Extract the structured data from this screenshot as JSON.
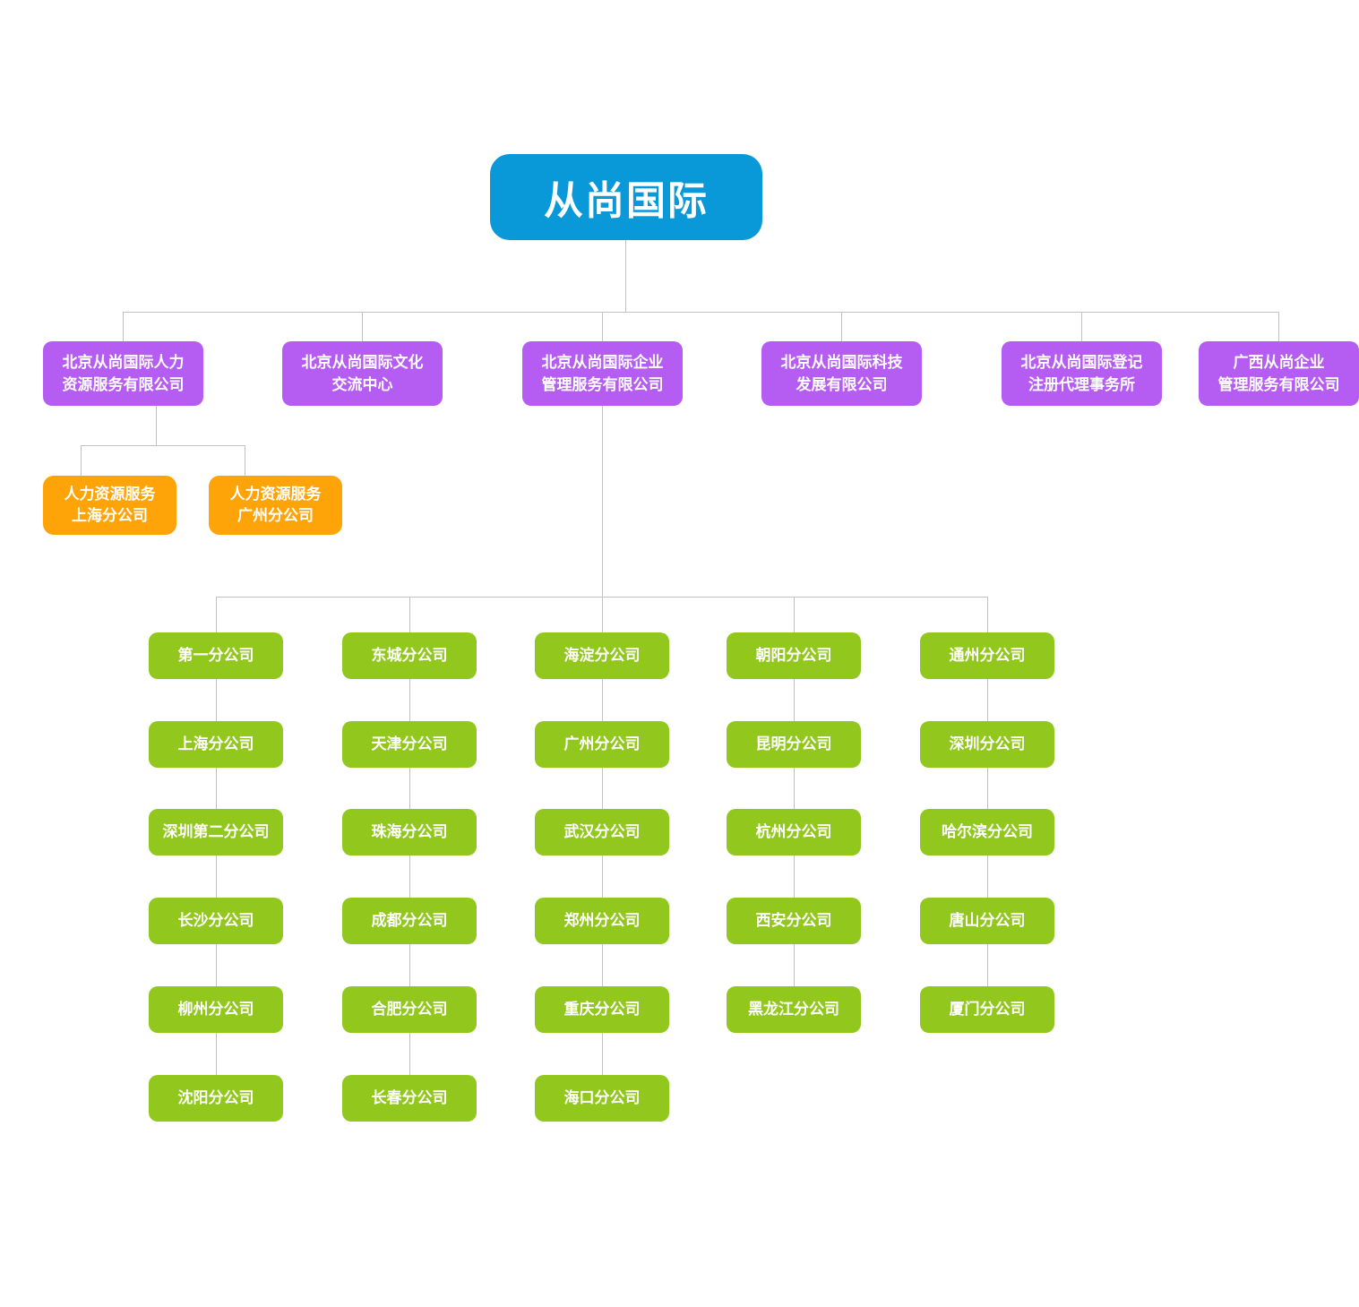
{
  "root": {
    "label": "从尚国际",
    "color": "#0a99d8"
  },
  "level1": {
    "color": "#b55cf2",
    "nodes": [
      {
        "label": "北京从尚国际人力\n资源服务有限公司"
      },
      {
        "label": "北京从尚国际文化\n交流中心"
      },
      {
        "label": "北京从尚国际企业\n管理服务有限公司"
      },
      {
        "label": "北京从尚国际科技\n发展有限公司"
      },
      {
        "label": "北京从尚国际登记\n注册代理事务所"
      },
      {
        "label": "广西从尚企业\n管理服务有限公司"
      }
    ]
  },
  "level2": {
    "color": "#ffa408",
    "nodes": [
      {
        "label": "人力资源服务\n上海分公司"
      },
      {
        "label": "人力资源服务\n广州分公司"
      }
    ]
  },
  "level3": {
    "color": "#92c81e",
    "columns": [
      [
        "第一分公司",
        "上海分公司",
        "深圳第二分公司",
        "长沙分公司",
        "柳州分公司",
        "沈阳分公司"
      ],
      [
        "东城分公司",
        "天津分公司",
        "珠海分公司",
        "成都分公司",
        "合肥分公司",
        "长春分公司"
      ],
      [
        "海淀分公司",
        "广州分公司",
        "武汉分公司",
        "郑州分公司",
        "重庆分公司",
        "海口分公司"
      ],
      [
        "朝阳分公司",
        "昆明分公司",
        "杭州分公司",
        "西安分公司",
        "黑龙江分公司"
      ],
      [
        "通州分公司",
        "深圳分公司",
        "哈尔滨分公司",
        "唐山分公司",
        "厦门分公司"
      ]
    ]
  },
  "line_color": "#c2c2c2"
}
